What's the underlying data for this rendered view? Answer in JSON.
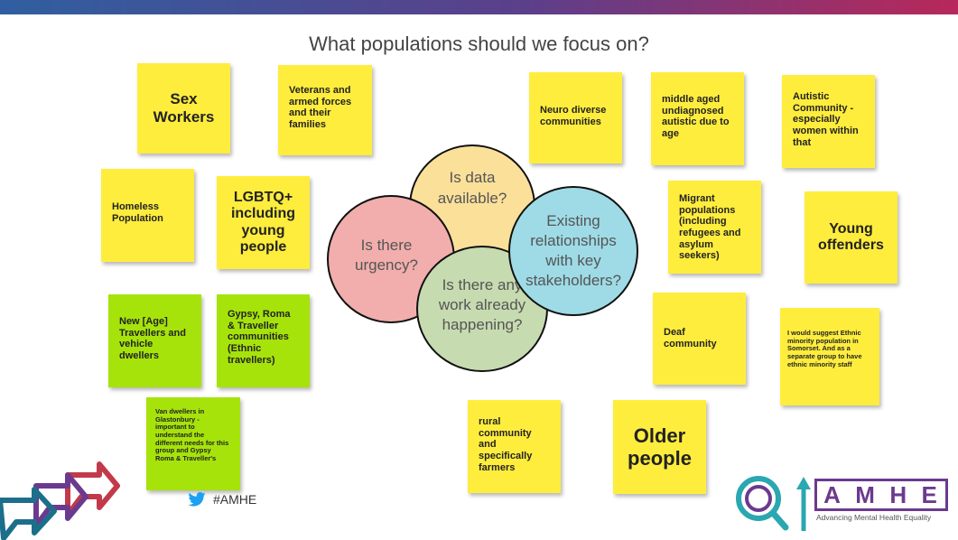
{
  "slide": {
    "title": "What populations should we focus on?",
    "twitter_handle": "#AMHE",
    "logo": {
      "letters": [
        "A",
        "M",
        "H",
        "E"
      ],
      "tagline": "Advancing Mental Health Equality"
    }
  },
  "notes": [
    {
      "id": "sex-workers",
      "text": "Sex Workers",
      "color": "yellow"
    },
    {
      "id": "veterans",
      "text": "Veterans and armed forces and their families",
      "color": "yellow"
    },
    {
      "id": "neuro-diverse",
      "text": "Neuro diverse communities",
      "color": "yellow"
    },
    {
      "id": "middle-aged",
      "text": "middle aged undiagnosed autistic due to age",
      "color": "yellow"
    },
    {
      "id": "autistic-community",
      "text": "Autistic Community - especially women within that",
      "color": "yellow"
    },
    {
      "id": "homeless",
      "text": "Homeless Population",
      "color": "yellow"
    },
    {
      "id": "lgbtq",
      "text": "LGBTQ+ including young people",
      "color": "yellow"
    },
    {
      "id": "migrant",
      "text": "Migrant populations (including refugees and asylum seekers)",
      "color": "yellow"
    },
    {
      "id": "young-offenders",
      "text": "Young offenders",
      "color": "yellow"
    },
    {
      "id": "new-age-travellers",
      "text": "New [Age] Travellers and vehicle dwellers",
      "color": "green"
    },
    {
      "id": "gypsy-roma",
      "text": "Gypsy, Roma & Traveller communities (Ethnic travellers)",
      "color": "green"
    },
    {
      "id": "deaf",
      "text": "Deaf community",
      "color": "yellow"
    },
    {
      "id": "ethnic-minority",
      "text": "I would suggest Ethnic minority population in Somorset. And as a separate group to have ethnic minority staff",
      "color": "yellow"
    },
    {
      "id": "van-dwellers",
      "text": "Van dwellers in Glastonbury - important to understand the different needs for this group and Gypsy Roma & Traveller's",
      "color": "green"
    },
    {
      "id": "rural",
      "text": "rural community and specifically farmers",
      "color": "yellow"
    },
    {
      "id": "older-people",
      "text": "Older people",
      "color": "yellow"
    }
  ],
  "circles": [
    {
      "id": "data-available",
      "text": "Is data available?",
      "color": "#fbe09a"
    },
    {
      "id": "urgency",
      "text": "Is there urgency?",
      "color": "#f1aeac"
    },
    {
      "id": "work-happening",
      "text": "Is there any work already happening?",
      "color": "#c7dbb0"
    },
    {
      "id": "relationships",
      "text": "Existing relationships with key stakeholders?",
      "color": "#9edbe6"
    }
  ],
  "colors": {
    "yellow": "#ffed3d",
    "green": "#a6e30b",
    "accent": "#6b3a8e",
    "twitter": "#1da1f2"
  }
}
